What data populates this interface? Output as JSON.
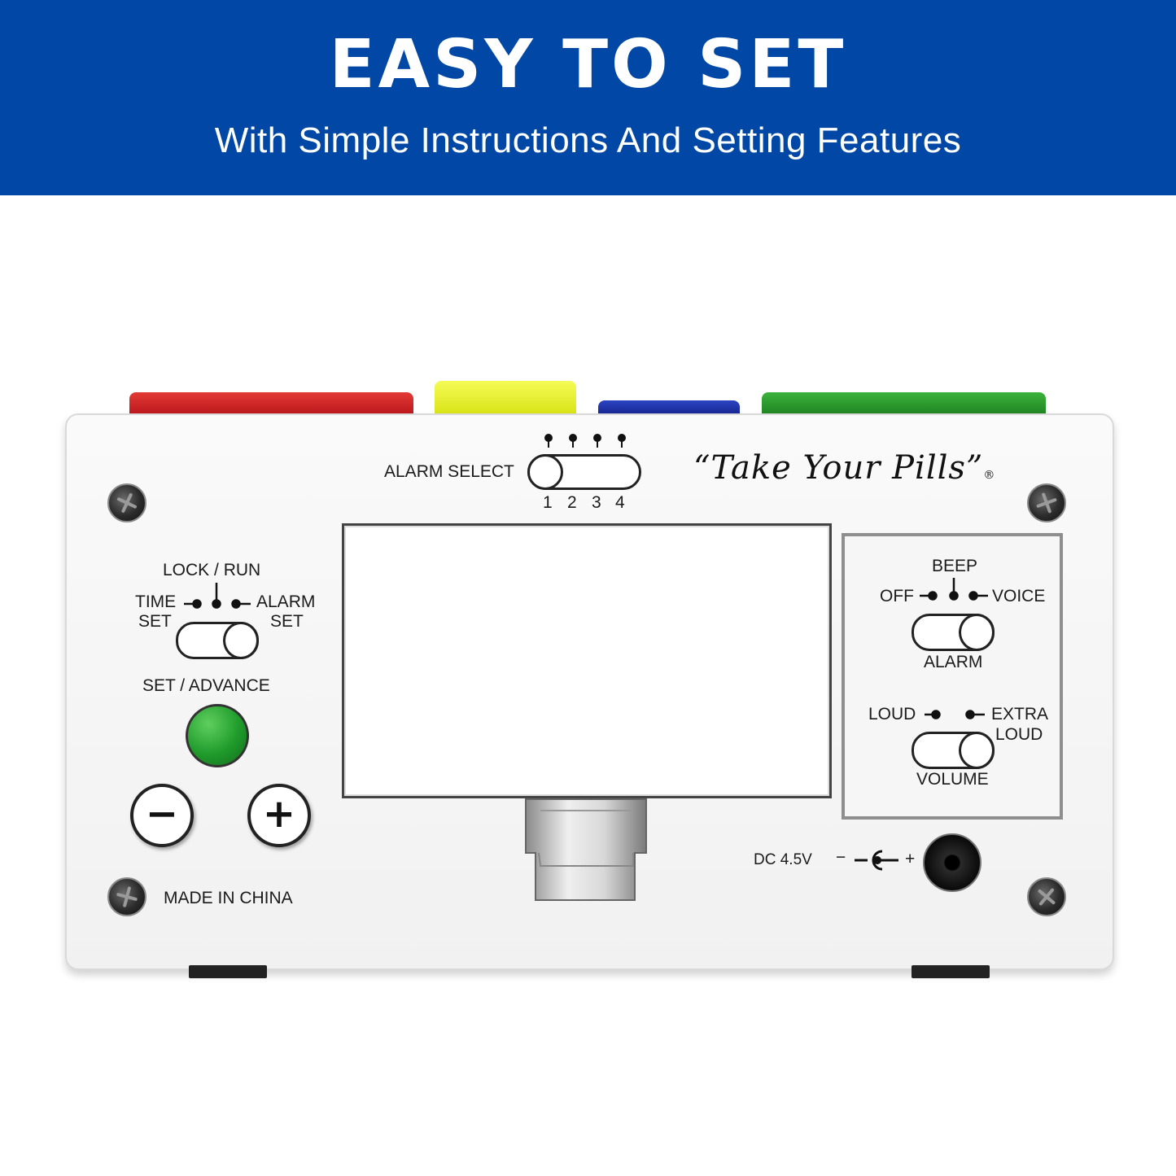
{
  "banner": {
    "title": "EASY TO SET",
    "subtitle": "With Simple Instructions And Setting Features",
    "color": "#0047a6"
  },
  "compartment_lids": [
    {
      "color": "red",
      "hex": "#d0201f"
    },
    {
      "color": "yellow",
      "hex": "#e8f028"
    },
    {
      "color": "blue",
      "hex": "#1a2fa6"
    },
    {
      "color": "green",
      "hex": "#2a9a2a"
    }
  ],
  "device": {
    "brand": "“Take Your Pills”",
    "registered": "®",
    "alarm_select": {
      "label": "ALARM SELECT",
      "positions": [
        "1",
        "2",
        "3",
        "4"
      ],
      "selected": "1"
    },
    "mode_switch": {
      "top_label": "LOCK / RUN",
      "left_label_1": "TIME",
      "left_label_2": "SET",
      "right_label_1": "ALARM",
      "right_label_2": "SET"
    },
    "set_advance_label": "SET / ADVANCE",
    "minus_label": "−",
    "plus_label": "+",
    "made_in": "MADE IN CHINA",
    "alarm_switch": {
      "top_label": "BEEP",
      "left_label": "OFF",
      "right_label": "VOICE",
      "bottom_label": "ALARM"
    },
    "volume_switch": {
      "left_label": "LOUD",
      "right_label_1": "EXTRA",
      "right_label_2": "LOUD",
      "bottom_label": "VOLUME"
    },
    "power": {
      "label": "DC 4.5V",
      "minus": "−",
      "plus": "+"
    }
  }
}
